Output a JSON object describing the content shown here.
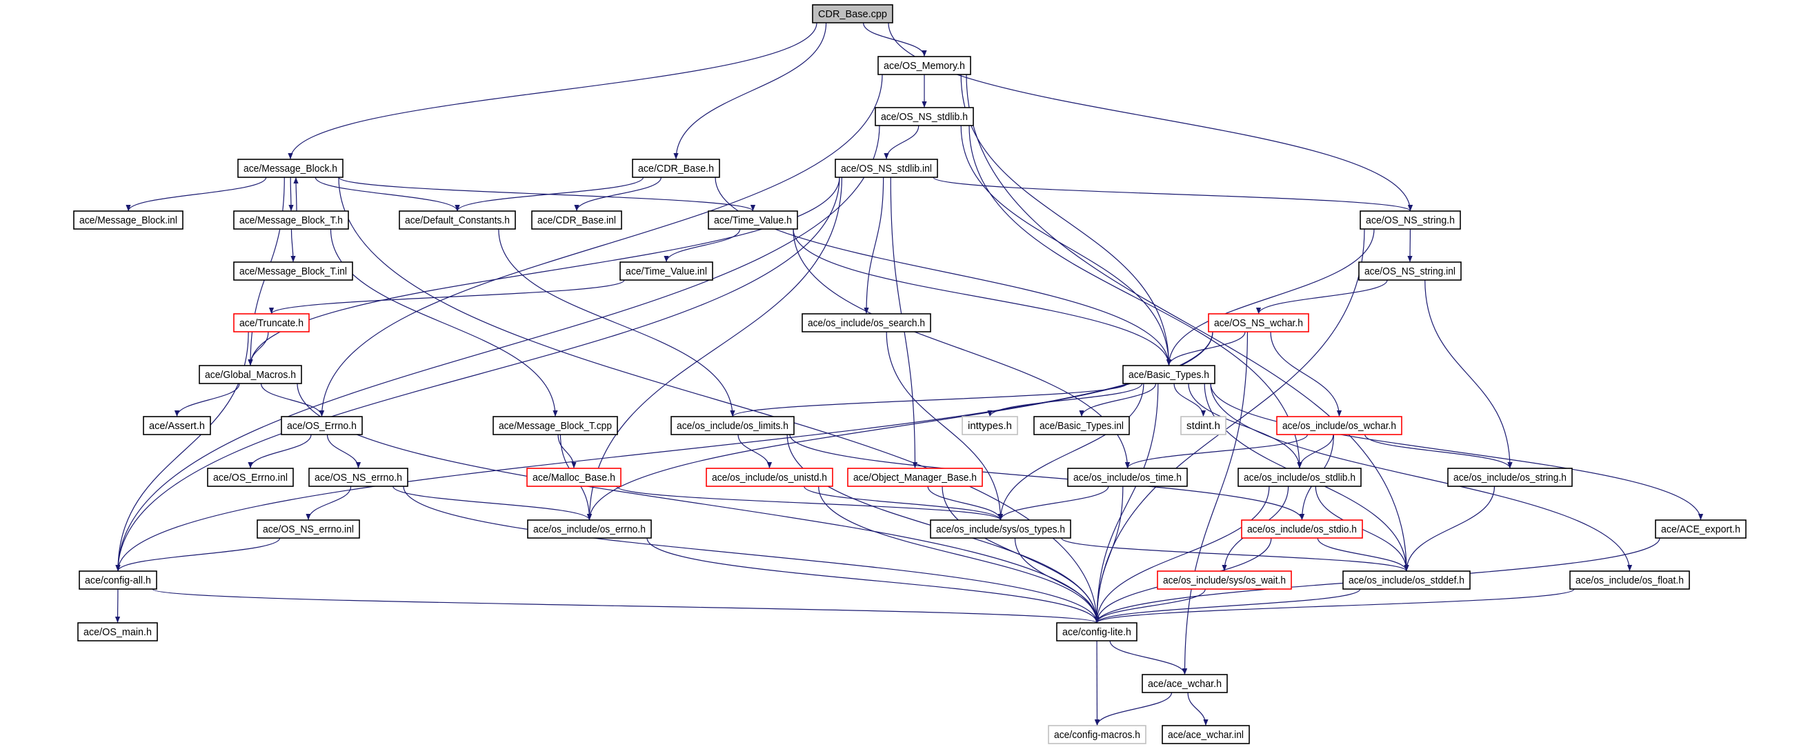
{
  "graph": {
    "colors": {
      "edge": "#191970",
      "root_fill": "#bfbfbf",
      "normal_border": "#000000",
      "truncated_border": "#ff0000",
      "external_border": "#bfbfbf"
    },
    "nodes": [
      {
        "id": "cdr_base_cpp",
        "label": "CDR_Base.cpp",
        "style": "root"
      },
      {
        "id": "os_memory_h",
        "label": "ace/OS_Memory.h",
        "style": "normal"
      },
      {
        "id": "os_ns_stdlib_h",
        "label": "ace/OS_NS_stdlib.h",
        "style": "normal"
      },
      {
        "id": "message_block_h",
        "label": "ace/Message_Block.h",
        "style": "normal"
      },
      {
        "id": "cdr_base_h",
        "label": "ace/CDR_Base.h",
        "style": "normal"
      },
      {
        "id": "os_ns_stdlib_inl",
        "label": "ace/OS_NS_stdlib.inl",
        "style": "normal"
      },
      {
        "id": "message_block_inl",
        "label": "ace/Message_Block.inl",
        "style": "normal"
      },
      {
        "id": "message_block_t_h",
        "label": "ace/Message_Block_T.h",
        "style": "normal"
      },
      {
        "id": "default_constants_h",
        "label": "ace/Default_Constants.h",
        "style": "normal"
      },
      {
        "id": "cdr_base_inl",
        "label": "ace/CDR_Base.inl",
        "style": "normal"
      },
      {
        "id": "time_value_h",
        "label": "ace/Time_Value.h",
        "style": "normal"
      },
      {
        "id": "os_ns_string_h",
        "label": "ace/OS_NS_string.h",
        "style": "normal"
      },
      {
        "id": "message_block_t_inl",
        "label": "ace/Message_Block_T.inl",
        "style": "normal"
      },
      {
        "id": "time_value_inl",
        "label": "ace/Time_Value.inl",
        "style": "normal"
      },
      {
        "id": "os_ns_string_inl",
        "label": "ace/OS_NS_string.inl",
        "style": "normal"
      },
      {
        "id": "truncate_h",
        "label": "ace/Truncate.h",
        "style": "truncated"
      },
      {
        "id": "os_search_h",
        "label": "ace/os_include/os_search.h",
        "style": "normal"
      },
      {
        "id": "os_ns_wchar_h",
        "label": "ace/OS_NS_wchar.h",
        "style": "truncated"
      },
      {
        "id": "global_macros_h",
        "label": "ace/Global_Macros.h",
        "style": "normal"
      },
      {
        "id": "basic_types_h",
        "label": "ace/Basic_Types.h",
        "style": "normal"
      },
      {
        "id": "assert_h",
        "label": "ace/Assert.h",
        "style": "normal"
      },
      {
        "id": "os_errno_h",
        "label": "ace/OS_Errno.h",
        "style": "normal"
      },
      {
        "id": "message_block_t_cpp",
        "label": "ace/Message_Block_T.cpp",
        "style": "normal"
      },
      {
        "id": "os_limits_h",
        "label": "ace/os_include/os_limits.h",
        "style": "normal"
      },
      {
        "id": "inttypes_h",
        "label": "inttypes.h",
        "style": "external"
      },
      {
        "id": "basic_types_inl",
        "label": "ace/Basic_Types.inl",
        "style": "normal"
      },
      {
        "id": "stdint_h",
        "label": "stdint.h",
        "style": "external"
      },
      {
        "id": "os_wchar_h",
        "label": "ace/os_include/os_wchar.h",
        "style": "truncated"
      },
      {
        "id": "os_errno_inl",
        "label": "ace/OS_Errno.inl",
        "style": "normal"
      },
      {
        "id": "os_ns_errno_h",
        "label": "ace/OS_NS_errno.h",
        "style": "normal"
      },
      {
        "id": "malloc_base_h",
        "label": "ace/Malloc_Base.h",
        "style": "truncated"
      },
      {
        "id": "os_unistd_h",
        "label": "ace/os_include/os_unistd.h",
        "style": "truncated"
      },
      {
        "id": "object_manager_base_h",
        "label": "ace/Object_Manager_Base.h",
        "style": "truncated"
      },
      {
        "id": "os_time_h",
        "label": "ace/os_include/os_time.h",
        "style": "normal"
      },
      {
        "id": "os_stdlib_h",
        "label": "ace/os_include/os_stdlib.h",
        "style": "normal"
      },
      {
        "id": "os_string_h",
        "label": "ace/os_include/os_string.h",
        "style": "normal"
      },
      {
        "id": "os_ns_errno_inl",
        "label": "ace/OS_NS_errno.inl",
        "style": "normal"
      },
      {
        "id": "os_include_errno_h",
        "label": "ace/os_include/os_errno.h",
        "style": "normal"
      },
      {
        "id": "sys_os_types_h",
        "label": "ace/os_include/sys/os_types.h",
        "style": "normal"
      },
      {
        "id": "os_stdio_h",
        "label": "ace/os_include/os_stdio.h",
        "style": "truncated"
      },
      {
        "id": "ace_export_h",
        "label": "ace/ACE_export.h",
        "style": "normal"
      },
      {
        "id": "config_all_h",
        "label": "ace/config-all.h",
        "style": "normal"
      },
      {
        "id": "sys_os_wait_h",
        "label": "ace/os_include/sys/os_wait.h",
        "style": "truncated"
      },
      {
        "id": "os_stddef_h",
        "label": "ace/os_include/os_stddef.h",
        "style": "normal"
      },
      {
        "id": "os_float_h",
        "label": "ace/os_include/os_float.h",
        "style": "normal"
      },
      {
        "id": "os_main_h",
        "label": "ace/OS_main.h",
        "style": "normal"
      },
      {
        "id": "config_lite_h",
        "label": "ace/config-lite.h",
        "style": "normal"
      },
      {
        "id": "ace_wchar_h",
        "label": "ace/ace_wchar.h",
        "style": "normal"
      },
      {
        "id": "config_macros_h",
        "label": "ace/config-macros.h",
        "style": "external"
      },
      {
        "id": "ace_wchar_inl",
        "label": "ace/ace_wchar.inl",
        "style": "normal"
      }
    ],
    "edges": [
      [
        "cdr_base_cpp",
        "message_block_h"
      ],
      [
        "cdr_base_cpp",
        "cdr_base_h"
      ],
      [
        "cdr_base_cpp",
        "os_memory_h"
      ],
      [
        "cdr_base_cpp",
        "os_ns_string_h"
      ],
      [
        "os_memory_h",
        "os_ns_stdlib_h"
      ],
      [
        "os_memory_h",
        "os_errno_h"
      ],
      [
        "os_memory_h",
        "basic_types_h"
      ],
      [
        "os_memory_h",
        "os_stddef_h"
      ],
      [
        "os_ns_stdlib_h",
        "os_ns_stdlib_inl"
      ],
      [
        "os_ns_stdlib_h",
        "config_all_h"
      ],
      [
        "os_ns_stdlib_h",
        "basic_types_h"
      ],
      [
        "os_ns_stdlib_h",
        "os_stdlib_h"
      ],
      [
        "message_block_h",
        "message_block_inl"
      ],
      [
        "message_block_h",
        "message_block_t_h"
      ],
      [
        "message_block_h",
        "default_constants_h"
      ],
      [
        "message_block_h",
        "time_value_h"
      ],
      [
        "message_block_h",
        "global_macros_h"
      ],
      [
        "message_block_h",
        "config_lite_h"
      ],
      [
        "message_block_t_h",
        "message_block_h"
      ],
      [
        "message_block_t_h",
        "message_block_t_inl"
      ],
      [
        "message_block_t_h",
        "message_block_t_cpp"
      ],
      [
        "cdr_base_h",
        "default_constants_h"
      ],
      [
        "cdr_base_h",
        "cdr_base_inl"
      ],
      [
        "cdr_base_h",
        "basic_types_h"
      ],
      [
        "os_ns_stdlib_inl",
        "os_ns_string_h"
      ],
      [
        "os_ns_stdlib_inl",
        "global_macros_h"
      ],
      [
        "os_ns_stdlib_inl",
        "config_all_h"
      ],
      [
        "os_ns_stdlib_inl",
        "os_include_errno_h"
      ],
      [
        "os_ns_stdlib_inl",
        "os_search_h"
      ],
      [
        "os_ns_stdlib_inl",
        "object_manager_base_h"
      ],
      [
        "default_constants_h",
        "os_limits_h"
      ],
      [
        "time_value_h",
        "time_value_inl"
      ],
      [
        "time_value_h",
        "basic_types_h"
      ],
      [
        "time_value_h",
        "os_time_h"
      ],
      [
        "time_value_inl",
        "truncate_h"
      ],
      [
        "truncate_h",
        "global_macros_h"
      ],
      [
        "truncate_h",
        "config_all_h"
      ],
      [
        "os_ns_string_h",
        "os_ns_string_inl"
      ],
      [
        "os_ns_string_h",
        "basic_types_h"
      ],
      [
        "os_ns_string_h",
        "config_lite_h"
      ],
      [
        "os_ns_string_inl",
        "os_ns_wchar_h"
      ],
      [
        "os_ns_string_inl",
        "os_string_h"
      ],
      [
        "os_ns_wchar_h",
        "basic_types_h"
      ],
      [
        "os_ns_wchar_h",
        "os_wchar_h"
      ],
      [
        "os_ns_wchar_h",
        "config_all_h"
      ],
      [
        "os_ns_wchar_h",
        "os_include_errno_h"
      ],
      [
        "os_ns_wchar_h",
        "ace_wchar_h"
      ],
      [
        "os_search_h",
        "sys_os_types_h"
      ],
      [
        "global_macros_h",
        "assert_h"
      ],
      [
        "global_macros_h",
        "os_errno_h"
      ],
      [
        "global_macros_h",
        "config_lite_h"
      ],
      [
        "basic_types_h",
        "inttypes_h"
      ],
      [
        "basic_types_h",
        "basic_types_inl"
      ],
      [
        "basic_types_h",
        "stdint_h"
      ],
      [
        "basic_types_h",
        "os_limits_h"
      ],
      [
        "basic_types_h",
        "sys_os_types_h"
      ],
      [
        "basic_types_h",
        "os_stdlib_h"
      ],
      [
        "basic_types_h",
        "os_stddef_h"
      ],
      [
        "basic_types_h",
        "config_lite_h"
      ],
      [
        "basic_types_h",
        "os_float_h"
      ],
      [
        "basic_types_h",
        "ace_export_h"
      ],
      [
        "os_errno_h",
        "os_errno_inl"
      ],
      [
        "os_errno_h",
        "os_ns_errno_h"
      ],
      [
        "message_block_t_cpp",
        "malloc_base_h"
      ],
      [
        "message_block_t_cpp",
        "os_include_errno_h"
      ],
      [
        "os_limits_h",
        "os_unistd_h"
      ],
      [
        "os_limits_h",
        "config_lite_h"
      ],
      [
        "os_limits_h",
        "os_stdio_h"
      ],
      [
        "os_wchar_h",
        "os_time_h"
      ],
      [
        "os_wchar_h",
        "os_stdlib_h"
      ],
      [
        "os_wchar_h",
        "os_string_h"
      ],
      [
        "os_wchar_h",
        "os_stdio_h"
      ],
      [
        "os_ns_errno_h",
        "os_ns_errno_inl"
      ],
      [
        "os_ns_errno_h",
        "os_include_errno_h"
      ],
      [
        "os_ns_errno_h",
        "config_lite_h"
      ],
      [
        "malloc_base_h",
        "sys_os_types_h"
      ],
      [
        "os_unistd_h",
        "sys_os_types_h"
      ],
      [
        "os_unistd_h",
        "config_lite_h"
      ],
      [
        "object_manager_base_h",
        "sys_os_types_h"
      ],
      [
        "object_manager_base_h",
        "config_lite_h"
      ],
      [
        "os_time_h",
        "sys_os_types_h"
      ],
      [
        "os_time_h",
        "config_lite_h"
      ],
      [
        "os_stdlib_h",
        "sys_os_wait_h"
      ],
      [
        "os_stdlib_h",
        "os_stddef_h"
      ],
      [
        "os_stdlib_h",
        "config_lite_h"
      ],
      [
        "os_string_h",
        "os_stddef_h"
      ],
      [
        "os_ns_errno_inl",
        "config_all_h"
      ],
      [
        "os_include_errno_h",
        "config_lite_h"
      ],
      [
        "sys_os_types_h",
        "os_stddef_h"
      ],
      [
        "sys_os_types_h",
        "config_lite_h"
      ],
      [
        "os_stdio_h",
        "os_stddef_h"
      ],
      [
        "os_stdio_h",
        "config_lite_h"
      ],
      [
        "ace_export_h",
        "config_lite_h"
      ],
      [
        "config_all_h",
        "os_main_h"
      ],
      [
        "config_all_h",
        "config_lite_h"
      ],
      [
        "sys_os_wait_h",
        "config_lite_h"
      ],
      [
        "os_stddef_h",
        "config_lite_h"
      ],
      [
        "os_float_h",
        "config_lite_h"
      ],
      [
        "config_lite_h",
        "ace_wchar_h"
      ],
      [
        "config_lite_h",
        "config_macros_h"
      ],
      [
        "ace_wchar_h",
        "config_macros_h"
      ],
      [
        "ace_wchar_h",
        "ace_wchar_inl"
      ]
    ]
  }
}
